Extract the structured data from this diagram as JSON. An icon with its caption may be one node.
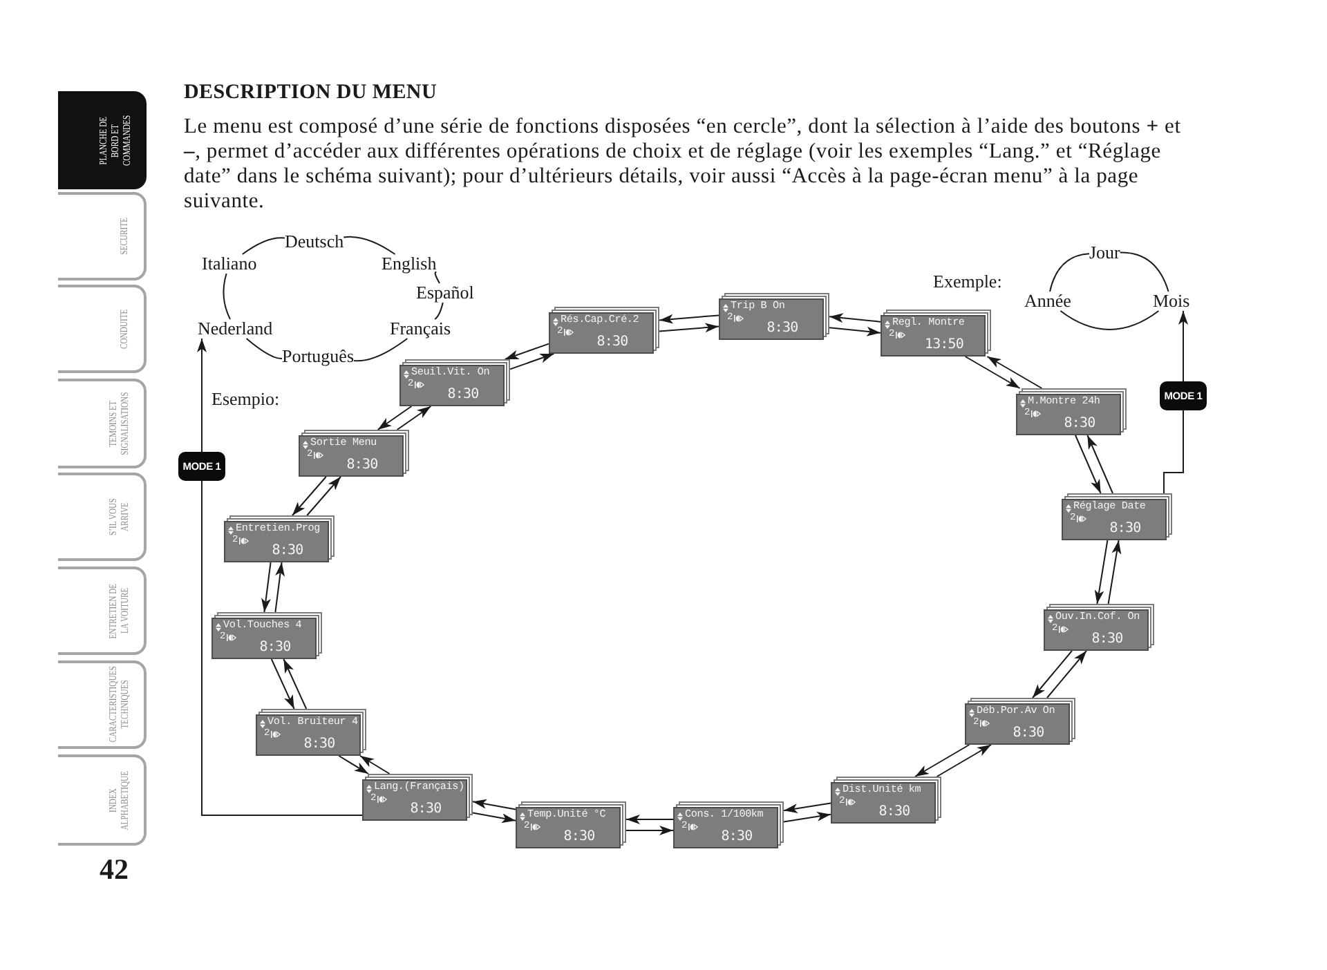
{
  "diagram": {
    "title": "DESCRIPTION DU MENU",
    "nodes": [
      {
        "text": [
          "PLANCHE DE BORD ET COMMANDES"
        ]
      },
      {
        "text": [
          "SECURITE"
        ]
      },
      {
        "text": [
          "CONDUITE"
        ]
      },
      {
        "text": [
          "TEMOINS ET SIGNALISATIONS"
        ]
      },
      {
        "text": [
          "S’IL VOUS ARRIVE"
        ]
      },
      {
        "text": [
          "ENTRETIEN DE LA VOITURE"
        ]
      },
      {
        "text": [
          "CARACTERISTIQUES TECHNIQUES"
        ]
      },
      {
        "text": [
          "INDEX ALPHABETIQUE"
        ]
      },
      {
        "text": [
          "Deutsch"
        ]
      },
      {
        "text": [
          "Italiano"
        ]
      },
      {
        "text": [
          "English"
        ]
      },
      {
        "text": [
          "Español"
        ]
      },
      {
        "text": [
          "Nederland"
        ]
      },
      {
        "text": [
          "Français"
        ]
      },
      {
        "text": [
          "Português"
        ]
      },
      {
        "text": [
          "Jour"
        ]
      },
      {
        "text": [
          "Année"
        ]
      },
      {
        "text": [
          "Mois"
        ]
      },
      {
        "text": [
          "MODE 1"
        ]
      },
      {
        "text": [
          "MODE 1"
        ]
      },
      {
        "text": [
          "Rés.Cap.Cré.2",
          "2",
          "8:30"
        ]
      },
      {
        "text": [
          "Trip B On",
          "2",
          "8:30"
        ]
      },
      {
        "text": [
          "Regl. Montre",
          "2",
          "13:50"
        ]
      },
      {
        "text": [
          "M.Montre 24h",
          "2",
          "8:30"
        ]
      },
      {
        "text": [
          "Réglage Date",
          "2",
          "8:30"
        ]
      },
      {
        "text": [
          "Ouv.In.Cof. On",
          "2",
          "8:30"
        ]
      },
      {
        "text": [
          "Déb.Por.Av On",
          "2",
          "8:30"
        ]
      },
      {
        "text": [
          "Dist.Unité km",
          "2",
          "8:30"
        ]
      },
      {
        "text": [
          "Cons. 1/100km",
          "2",
          "8:30"
        ]
      },
      {
        "text": [
          "Temp.Unité °C",
          "2",
          "8:30"
        ]
      },
      {
        "text": [
          "Lang.(Français)",
          "2",
          "8:30"
        ]
      },
      {
        "text": [
          "Vol. Bruiteur 4",
          "2",
          "8:30"
        ]
      },
      {
        "text": [
          "Vol.Touches 4",
          "2",
          "8:30"
        ]
      },
      {
        "text": [
          "Entretien.Prog",
          "2",
          "8:30"
        ]
      },
      {
        "text": [
          "Sortie Menu",
          "2",
          "8:30"
        ]
      },
      {
        "text": [
          "Seuil.Vit. On",
          "2",
          "8:30"
        ]
      }
    ],
    "edges": [
      {
        "from": 9,
        "to": 8,
        "arrow": "none"
      },
      {
        "from": 8,
        "to": 10,
        "arrow": "none"
      },
      {
        "from": 10,
        "to": 11,
        "arrow": "none"
      },
      {
        "from": 11,
        "to": 13,
        "arrow": "none"
      },
      {
        "from": 13,
        "to": 14,
        "arrow": "none"
      },
      {
        "from": 14,
        "to": 12,
        "arrow": "none"
      },
      {
        "from": 12,
        "to": 9,
        "arrow": "none"
      },
      {
        "from": 15,
        "to": 17,
        "arrow": "none"
      },
      {
        "from": 17,
        "to": 16,
        "arrow": "none"
      },
      {
        "from": 16,
        "to": 15,
        "arrow": "none"
      },
      {
        "from": 30,
        "to": 18,
        "arrow": "none"
      },
      {
        "from": 18,
        "to": 12,
        "arrow": "to"
      },
      {
        "from": 24,
        "to": 19,
        "arrow": "none"
      },
      {
        "from": 19,
        "to": 17,
        "arrow": "to"
      },
      {
        "from": 20,
        "to": 21,
        "arrow": "to"
      },
      {
        "from": 21,
        "to": 20,
        "arrow": "to"
      },
      {
        "from": 21,
        "to": 22,
        "arrow": "to"
      },
      {
        "from": 22,
        "to": 21,
        "arrow": "to"
      },
      {
        "from": 22,
        "to": 23,
        "arrow": "to"
      },
      {
        "from": 23,
        "to": 22,
        "arrow": "to"
      },
      {
        "from": 23,
        "to": 24,
        "arrow": "to"
      },
      {
        "from": 24,
        "to": 23,
        "arrow": "to"
      },
      {
        "from": 24,
        "to": 25,
        "arrow": "to"
      },
      {
        "from": 25,
        "to": 24,
        "arrow": "to"
      },
      {
        "from": 25,
        "to": 26,
        "arrow": "to"
      },
      {
        "from": 26,
        "to": 25,
        "arrow": "to"
      },
      {
        "from": 26,
        "to": 27,
        "arrow": "to"
      },
      {
        "from": 27,
        "to": 26,
        "arrow": "to"
      },
      {
        "from": 27,
        "to": 28,
        "arrow": "to"
      },
      {
        "from": 28,
        "to": 27,
        "arrow": "to"
      },
      {
        "from": 28,
        "to": 29,
        "arrow": "to"
      },
      {
        "from": 29,
        "to": 28,
        "arrow": "to"
      },
      {
        "from": 29,
        "to": 30,
        "arrow": "to"
      },
      {
        "from": 30,
        "to": 29,
        "arrow": "to"
      },
      {
        "from": 30,
        "to": 31,
        "arrow": "to"
      },
      {
        "from": 31,
        "to": 30,
        "arrow": "to"
      },
      {
        "from": 31,
        "to": 32,
        "arrow": "to"
      },
      {
        "from": 32,
        "to": 31,
        "arrow": "to"
      },
      {
        "from": 32,
        "to": 33,
        "arrow": "to"
      },
      {
        "from": 33,
        "to": 32,
        "arrow": "to"
      },
      {
        "from": 33,
        "to": 34,
        "arrow": "to"
      },
      {
        "from": 34,
        "to": 33,
        "arrow": "to"
      },
      {
        "from": 34,
        "to": 35,
        "arrow": "to"
      },
      {
        "from": 35,
        "to": 34,
        "arrow": "to"
      },
      {
        "from": 35,
        "to": 20,
        "arrow": "to"
      },
      {
        "from": 20,
        "to": 35,
        "arrow": "to"
      }
    ],
    "labels": [
      "Le menu est composé d’une série de fonctions disposées “en cercle”, dont la sélection à l’aide des boutons **+** et **–**, permet d’accéder aux différentes opérations de choix et de réglage (voir les exemples “Lang.” et “Réglage date” dans le schéma suivant); pour d’ultérieurs détails, voir aussi “Accès à la page-écran menu” à la page suivante.",
      "Exemple:",
      "Esempio:",
      "42"
    ]
  }
}
